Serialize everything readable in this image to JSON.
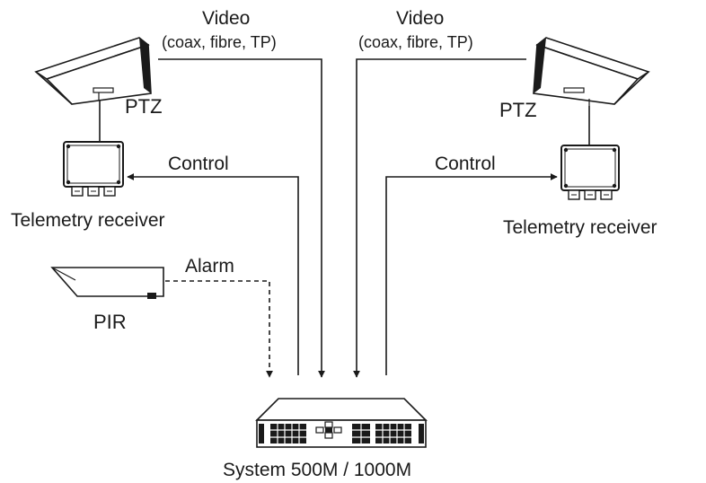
{
  "labels": {
    "video_left_1": "Video",
    "video_left_2": "(coax, fibre, TP)",
    "video_right_1": "Video",
    "video_right_2": "(coax, fibre, TP)",
    "ptz_left": "PTZ",
    "ptz_right": "PTZ",
    "control_left": "Control",
    "control_right": "Control",
    "telemetry_left": "Telemetry receiver",
    "telemetry_right": "Telemetry receiver",
    "alarm": "Alarm",
    "pir": "PIR",
    "system": "System 500M / 1000M"
  },
  "colors": {
    "ink": "#1a1a1a",
    "background": "#ffffff",
    "grid_fill": "#ffffff"
  }
}
